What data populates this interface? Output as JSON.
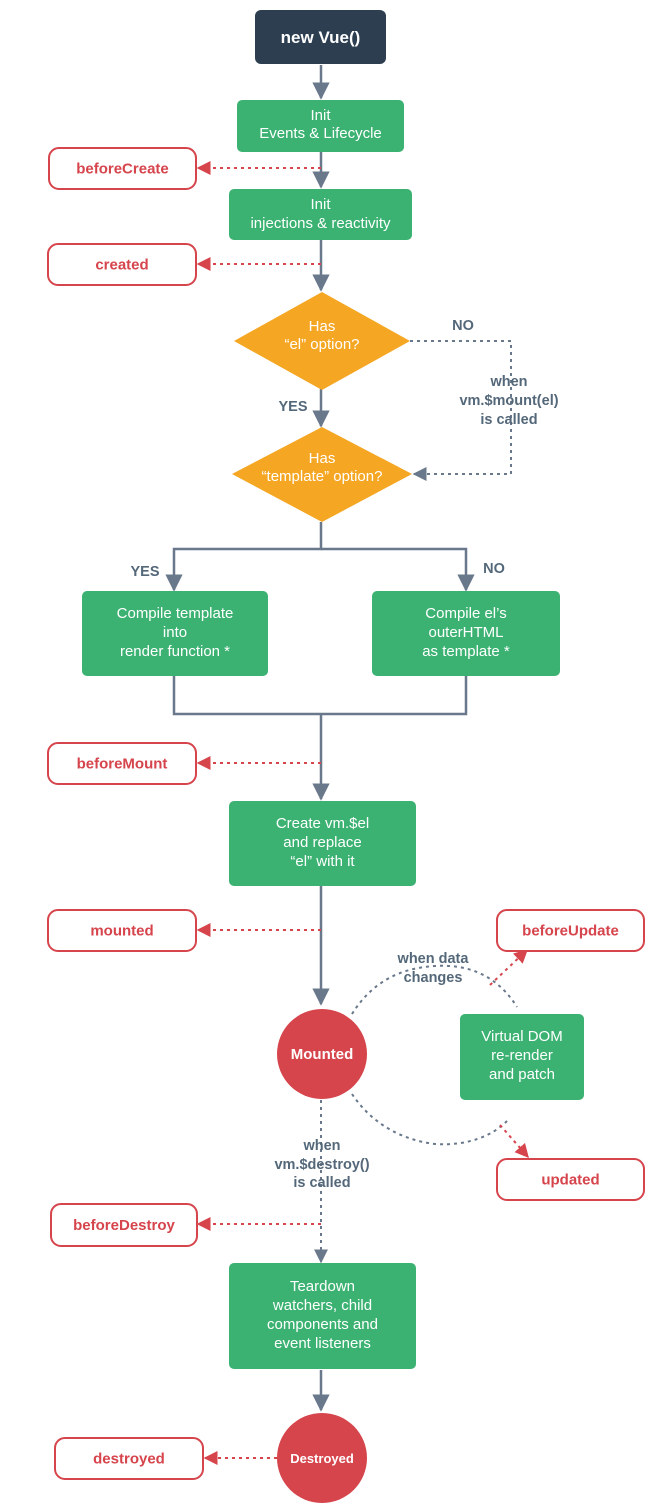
{
  "diagram": {
    "start": "new Vue()",
    "init_events": [
      "Init",
      "Events & Lifecycle"
    ],
    "init_injections": [
      "Init",
      "injections & reactivity"
    ],
    "decision_el": [
      "Has",
      "“el” option?"
    ],
    "decision_template": [
      "Has",
      "“template” option?"
    ],
    "compile_template": [
      "Compile template",
      "into",
      "render function *"
    ],
    "compile_el": [
      "Compile el’s",
      "outerHTML",
      "as template *"
    ],
    "create_el": [
      "Create vm.$el",
      "and replace",
      "“el” with it"
    ],
    "mounted_state": "Mounted",
    "virtual_dom": [
      "Virtual DOM",
      "re-render",
      "and patch"
    ],
    "teardown": [
      "Teardown",
      "watchers, child",
      "components and",
      "event listeners"
    ],
    "destroyed_state": "Destroyed",
    "labels": {
      "yes_el": "YES",
      "no_el": "NO",
      "yes_template": "YES",
      "no_template": "NO",
      "when_mount": [
        "when",
        "vm.$mount(el)",
        "is called"
      ],
      "when_data": [
        "when data",
        "changes"
      ],
      "when_destroy": [
        "when",
        "vm.$destroy()",
        "is called"
      ]
    },
    "hooks": {
      "beforeCreate": "beforeCreate",
      "created": "created",
      "beforeMount": "beforeMount",
      "mounted": "mounted",
      "beforeUpdate": "beforeUpdate",
      "updated": "updated",
      "beforeDestroy": "beforeDestroy",
      "destroyed": "destroyed"
    },
    "colors": {
      "dark": "#2c3e50",
      "green": "#3bb272",
      "orange": "#f5a623",
      "red": "#d6444c",
      "connector": "#69788a",
      "label": "#54687a"
    }
  }
}
